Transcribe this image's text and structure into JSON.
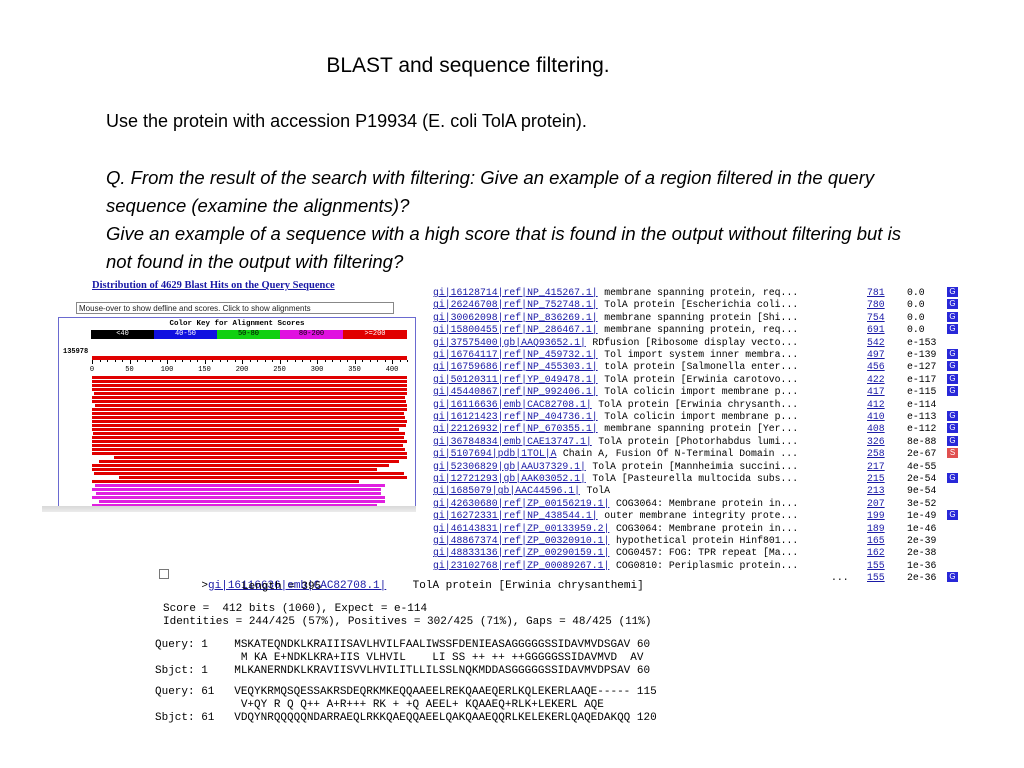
{
  "slide": {
    "title": "BLAST and sequence filtering.",
    "subtitle": "Use the protein with accession P19934  (E. coli TolA protein).",
    "question1": "Q. From the result of the search with filtering: Give an example of a region filtered in the query sequence (examine the alignments)?",
    "question2": "Give an example of a sequence with a high score that is found in the output without filtering but is not found in the output with filtering?"
  },
  "graphic": {
    "distribution_link": "Distribution of 4629 Blast Hits on the Query Sequence",
    "mouse_hint": "Mouse-over to show defline and scores. Click to show alignments",
    "color_key_title": "Color Key for Alignment Scores",
    "color_key": [
      {
        "label": "<40",
        "color": "#000000",
        "text_color": "#ffffff"
      },
      {
        "label": "40-50",
        "color": "#1010e0",
        "text_color": "#ffffff"
      },
      {
        "label": "50-80",
        "color": "#10d010",
        "text_color": "#000000"
      },
      {
        "label": "80-200",
        "color": "#e010e0",
        "text_color": "#000000"
      },
      {
        "label": ">=200",
        "color": "#e00000",
        "text_color": "#ffffff"
      }
    ],
    "query_id": "135978",
    "axis_ticks": [
      "0",
      "50",
      "100",
      "150",
      "200",
      "250",
      "300",
      "350",
      "400"
    ]
  },
  "hits": [
    {
      "id": "gi|16128714|ref|NP_415267.1|",
      "desc": "membrane spanning protein, req...",
      "score": "781",
      "evalue": "0.0",
      "g": "G"
    },
    {
      "id": "gi|26246708|ref|NP_752748.1|",
      "desc": "TolA protein [Escherichia coli...",
      "score": "780",
      "evalue": "0.0",
      "g": "G"
    },
    {
      "id": "gi|30062098|ref|NP_836269.1|",
      "desc": "membrane spanning protein [Shi...",
      "score": "754",
      "evalue": "0.0",
      "g": "G"
    },
    {
      "id": "gi|15800455|ref|NP_286467.1|",
      "desc": "membrane spanning protein, req...",
      "score": "691",
      "evalue": "0.0",
      "g": "G"
    },
    {
      "id": "gi|37575400|gb|AAQ93652.1|",
      "desc": "RDfusion [Ribosome display vecto...",
      "score": "542",
      "evalue": "e-153",
      "g": ""
    },
    {
      "id": "gi|16764117|ref|NP_459732.1|",
      "desc": "Tol import system inner membra...",
      "score": "497",
      "evalue": "e-139",
      "g": "G"
    },
    {
      "id": "gi|16759686|ref|NP_455303.1|",
      "desc": "tolA protein [Salmonella enter...",
      "score": "456",
      "evalue": "e-127",
      "g": "G"
    },
    {
      "id": "gi|50120311|ref|YP_049478.1|",
      "desc": "TolA protein [Erwinia carotovo...",
      "score": "422",
      "evalue": "e-117",
      "g": "G"
    },
    {
      "id": "gi|45440867|ref|NP_992406.1|",
      "desc": "TolA colicin import membrane p...",
      "score": "417",
      "evalue": "e-115",
      "g": "G"
    },
    {
      "id": "gi|16116636|emb|CAC82708.1|",
      "desc": "TolA protein [Erwinia chrysanth...",
      "score": "412",
      "evalue": "e-114",
      "g": ""
    },
    {
      "id": "gi|16121423|ref|NP_404736.1|",
      "desc": "TolA colicin import membrane p...",
      "score": "410",
      "evalue": "e-113",
      "g": "G"
    },
    {
      "id": "gi|22126932|ref|NP_670355.1|",
      "desc": "membrane spanning protein [Yer...",
      "score": "408",
      "evalue": "e-112",
      "g": "G"
    },
    {
      "id": "gi|36784834|emb|CAE13747.1|",
      "desc": "TolA protein [Photorhabdus lumi...",
      "score": "326",
      "evalue": "8e-88",
      "g": "G"
    },
    {
      "id": "gi|5107694|pdb|1TOL|A",
      "desc": "Chain A, Fusion Of N-Terminal Domain ...",
      "score": "258",
      "evalue": "2e-67",
      "g": "S"
    },
    {
      "id": "gi|52306829|gb|AAU37329.1|",
      "desc": "TolA protein [Mannheimia succini...",
      "score": "217",
      "evalue": "4e-55",
      "g": ""
    },
    {
      "id": "gi|12721293|gb|AAK03052.1|",
      "desc": "TolA [Pasteurella multocida subs...",
      "score": "215",
      "evalue": "2e-54",
      "g": "G"
    },
    {
      "id": "gi|1685079|gb|AAC44596.1|",
      "desc": "TolA",
      "score": "213",
      "evalue": "9e-54",
      "g": ""
    },
    {
      "id": "gi|42630680|ref|ZP_00156219.1|",
      "desc": "COG3064: Membrane protein in...",
      "score": "207",
      "evalue": "3e-52",
      "g": ""
    },
    {
      "id": "gi|16272331|ref|NP_438544.1|",
      "desc": "outer membrane integrity prote...",
      "score": "199",
      "evalue": "1e-49",
      "g": "G"
    },
    {
      "id": "gi|46143831|ref|ZP_00133959.2|",
      "desc": "COG3064: Membrane protein in...",
      "score": "189",
      "evalue": "1e-46",
      "g": ""
    },
    {
      "id": "gi|48867374|ref|ZP_00320910.1|",
      "desc": "hypothetical protein Hinf801...",
      "score": "165",
      "evalue": "2e-39",
      "g": ""
    },
    {
      "id": "gi|48833136|ref|ZP_00290159.1|",
      "desc": "COG0457: FOG: TPR repeat [Ma...",
      "score": "162",
      "evalue": "2e-38",
      "g": ""
    },
    {
      "id": "gi|23102768|ref|ZP_00089267.1|",
      "desc": "COG0810: Periplasmic protein...",
      "score": "155",
      "evalue": "1e-36",
      "g": ""
    },
    {
      "id": "",
      "desc": "...",
      "score": "155",
      "evalue": "2e-36",
      "g": "G"
    }
  ],
  "alignment": {
    "gt": ">",
    "hit_id": "gi|16116636|emb|CAC82708.1|",
    "hit_desc": "TolA protein [Erwinia chrysanthemi]",
    "length": "Length = 395",
    "score_line": "Score =  412 bits (1060), Expect = e-114",
    "identities_line": "Identities = 244/425 (57%), Positives = 302/425 (71%), Gaps = 48/425 (11%)",
    "blocks": [
      [
        "Query: 1    MSKATEQNDKLKRAIIISAVLHVILFAALIWSSFDENIEASAGGGGGSSIDAVMVDSGAV 60",
        "             M KA E+NDKLKRA+IIS VLHVIL    LI SS ++ ++ ++GGGGGSSIDAVMVD  AV",
        "Sbjct: 1    MLKANERNDKLKRAVIISVVLHVILITLLILSSLNQKMDDASGGGGGSSIDAVMVDPSAV 60"
      ],
      [
        "Query: 61   VEQYKRMQSQESSAKRSDEQRKMKEQQAAEELREKQAAEQERLKQLEKERLAAQE----- 115",
        "             V+QY R Q Q++ A+R+++ RK + +Q AEEL+ KQAAEQ+RLK+LEKERL AQE",
        "Sbjct: 61   VDQYNRQQQQQNDARRAEQLRKKQAEQQAEELQAKQAAEQQRLKELEKERLQAQEDAKQQ 120"
      ]
    ]
  }
}
